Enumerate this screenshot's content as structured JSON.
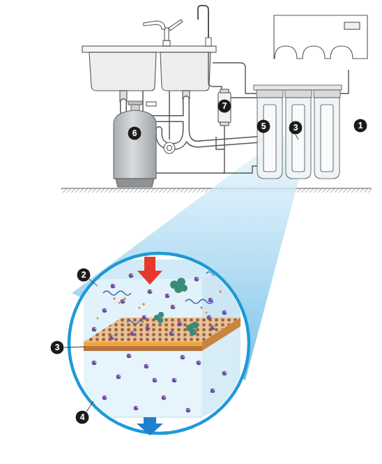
{
  "diagram": {
    "nodes": [
      {
        "text": [
          "7"
        ]
      },
      {
        "text": [
          "5"
        ]
      },
      {
        "text": [
          "3"
        ]
      },
      {
        "text": [
          "1"
        ]
      },
      {
        "text": [
          "6"
        ]
      },
      {
        "text": [
          "2"
        ]
      },
      {
        "text": [
          "3"
        ]
      },
      {
        "text": [
          "4"
        ]
      }
    ]
  }
}
